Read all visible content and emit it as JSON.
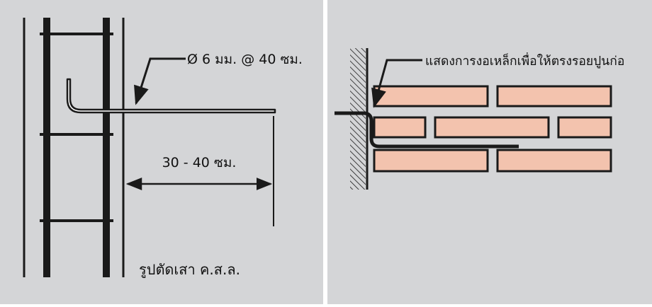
{
  "left_panel": {
    "rebar_spec": "Ø 6 มม. @ 40 ซม.",
    "length_dim": "30 - 40 ซม.",
    "caption": "รูปตัดเสา ค.ส.ล."
  },
  "right_panel": {
    "caption": "แสดงการงอเหล็กเพื่อให้ตรงรอยปูนก่อ"
  },
  "colors": {
    "background": "#d4d5d7",
    "line": "#1a1a1a",
    "brick": "#f3c3ae",
    "brick_stroke": "#1a1a1a",
    "divider": "#ffffff"
  }
}
